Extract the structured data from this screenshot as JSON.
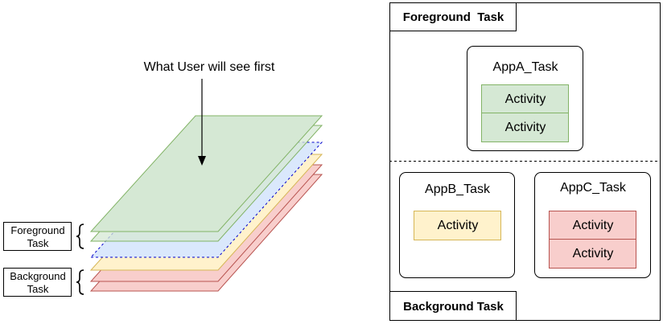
{
  "left": {
    "callout": "What User will see first",
    "legend_foreground": "Foreground\nTask",
    "legend_background": "Background\nTask"
  },
  "right": {
    "foreground_header": "Foreground  Task",
    "background_header": "Background Task",
    "app_a": {
      "title": "AppA_Task",
      "activities": [
        "Activity",
        "Activity"
      ]
    },
    "app_b": {
      "title": "AppB_Task",
      "activities": [
        "Activity"
      ]
    },
    "app_c": {
      "title": "AppC_Task",
      "activities": [
        "Activity",
        "Activity"
      ]
    }
  },
  "colors": {
    "green_fill": "#d5e8d4",
    "green_stroke": "#82b366",
    "yellow_fill": "#fff2cc",
    "yellow_stroke": "#d6b656",
    "red_fill": "#f8cecc",
    "red_stroke": "#b85450",
    "blue_fill": "#dae8fc",
    "blue_stroke": "#0000cc"
  }
}
